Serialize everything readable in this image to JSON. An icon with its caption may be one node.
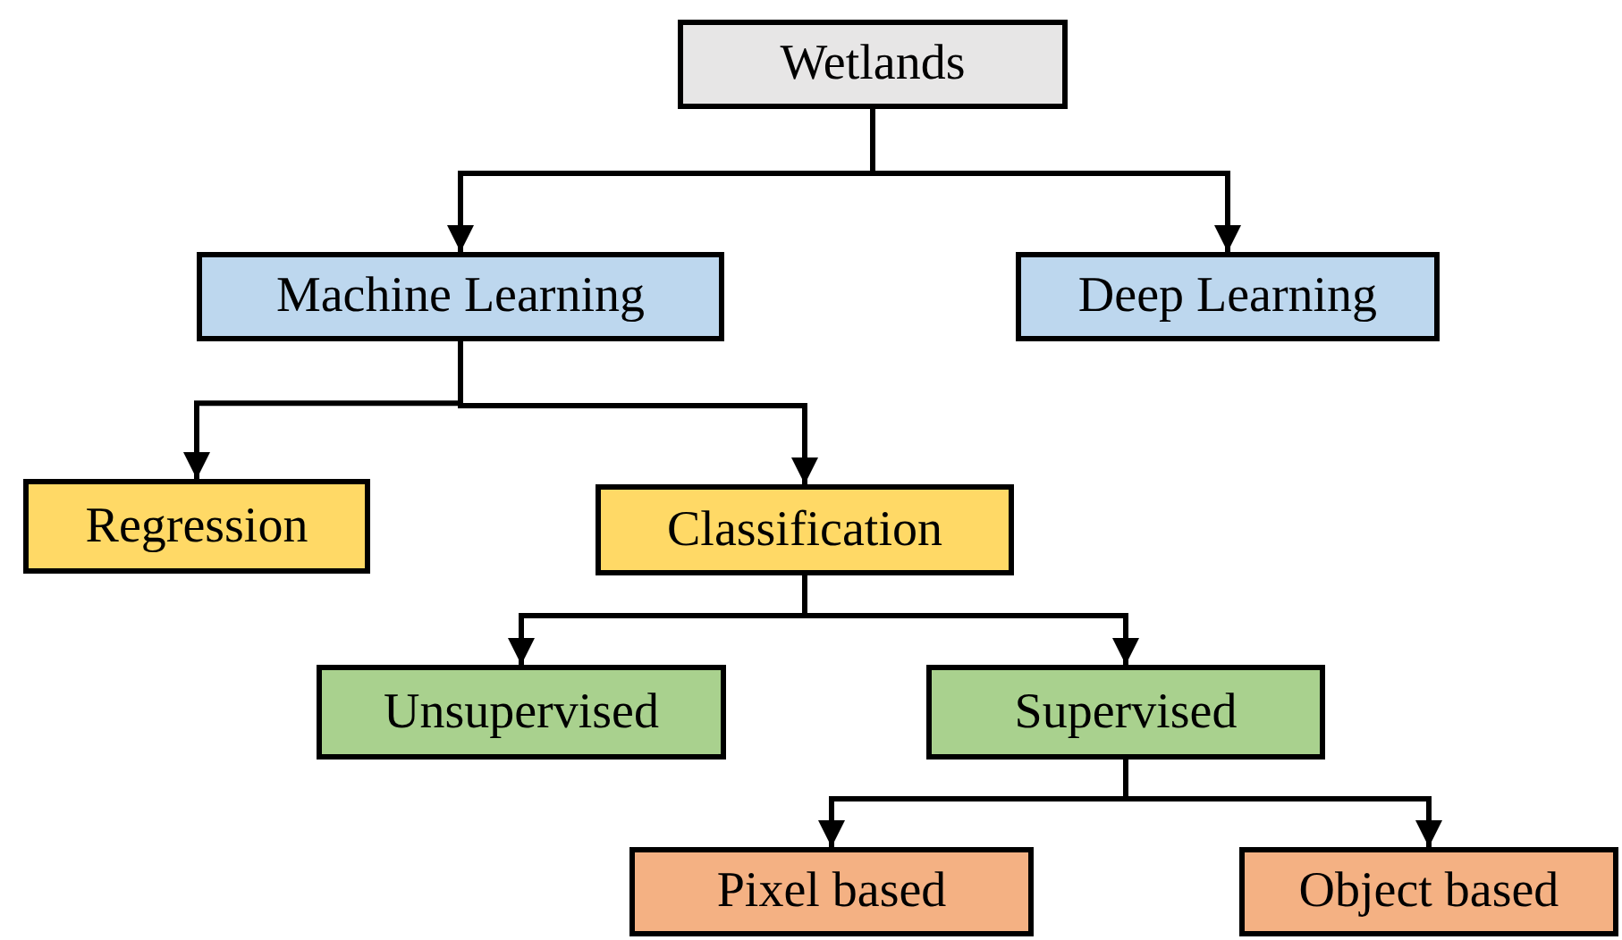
{
  "diagram": {
    "nodes": [
      {
        "text": [
          "Wetlands"
        ]
      },
      {
        "text": [
          "Machine Learning"
        ]
      },
      {
        "text": [
          "Deep Learning"
        ]
      },
      {
        "text": [
          "Regression"
        ]
      },
      {
        "text": [
          "Classification"
        ]
      },
      {
        "text": [
          "Unsupervised"
        ]
      },
      {
        "text": [
          "Supervised"
        ]
      },
      {
        "text": [
          "Pixel based"
        ]
      },
      {
        "text": [
          "Object based"
        ]
      }
    ],
    "edges": [
      {
        "from": 0,
        "to": 1,
        "arrow": "to"
      },
      {
        "from": 0,
        "to": 2,
        "arrow": "to"
      },
      {
        "from": 1,
        "to": 3,
        "arrow": "to"
      },
      {
        "from": 1,
        "to": 4,
        "arrow": "to"
      },
      {
        "from": 4,
        "to": 5,
        "arrow": "to"
      },
      {
        "from": 4,
        "to": 6,
        "arrow": "to"
      },
      {
        "from": 6,
        "to": 7,
        "arrow": "to"
      },
      {
        "from": 6,
        "to": 8,
        "arrow": "to"
      }
    ]
  }
}
